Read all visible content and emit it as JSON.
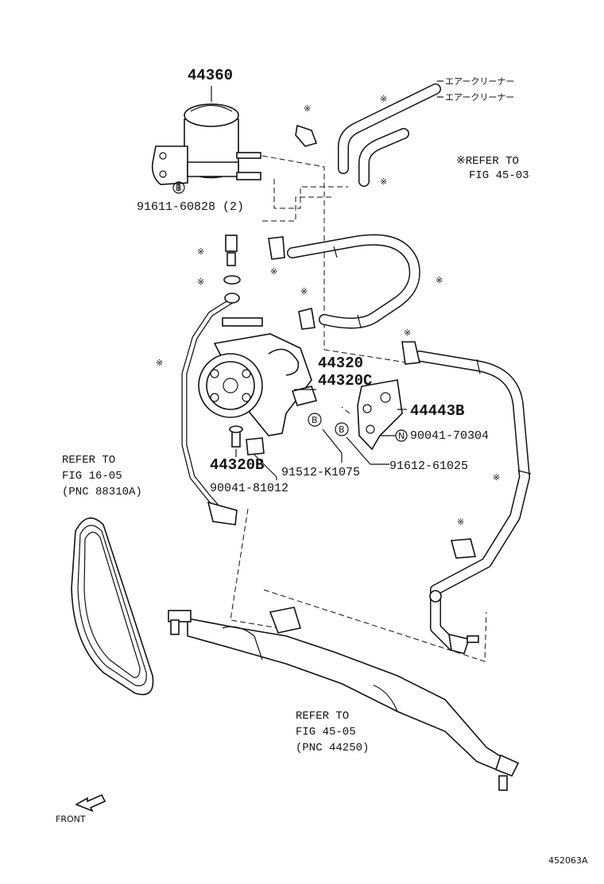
{
  "labels": {
    "reservoir": "44360",
    "reservoir_bolt": "91611-60828 (2)",
    "air_cleaner_1": "エアークリーナー",
    "air_cleaner_2": "エアークリーナー",
    "refer_4503_line1": "※REFER TO",
    "refer_4503_line2": "FIG 45-03",
    "pump": "44320",
    "pump_c": "44320C",
    "bracket": "44443B",
    "nut_n": "90041-70304",
    "bolt_b": "91612-61025",
    "bolt_k": "91512-K1075",
    "pump_bolt": "44320B",
    "clip": "90041-81012",
    "refer_1605_line1": "REFER TO",
    "refer_1605_line2": "FIG 16-05",
    "refer_1605_line3": "(PNC 88310A)",
    "refer_4505_line1": "REFER TO",
    "refer_4505_line2": "FIG 45-05",
    "refer_4505_line3": "(PNC 44250)",
    "front": "FRONT",
    "diagram_id": "452063A"
  },
  "markers": {
    "asterisk": "※",
    "bolt_marker": "B",
    "nut_marker": "N"
  }
}
